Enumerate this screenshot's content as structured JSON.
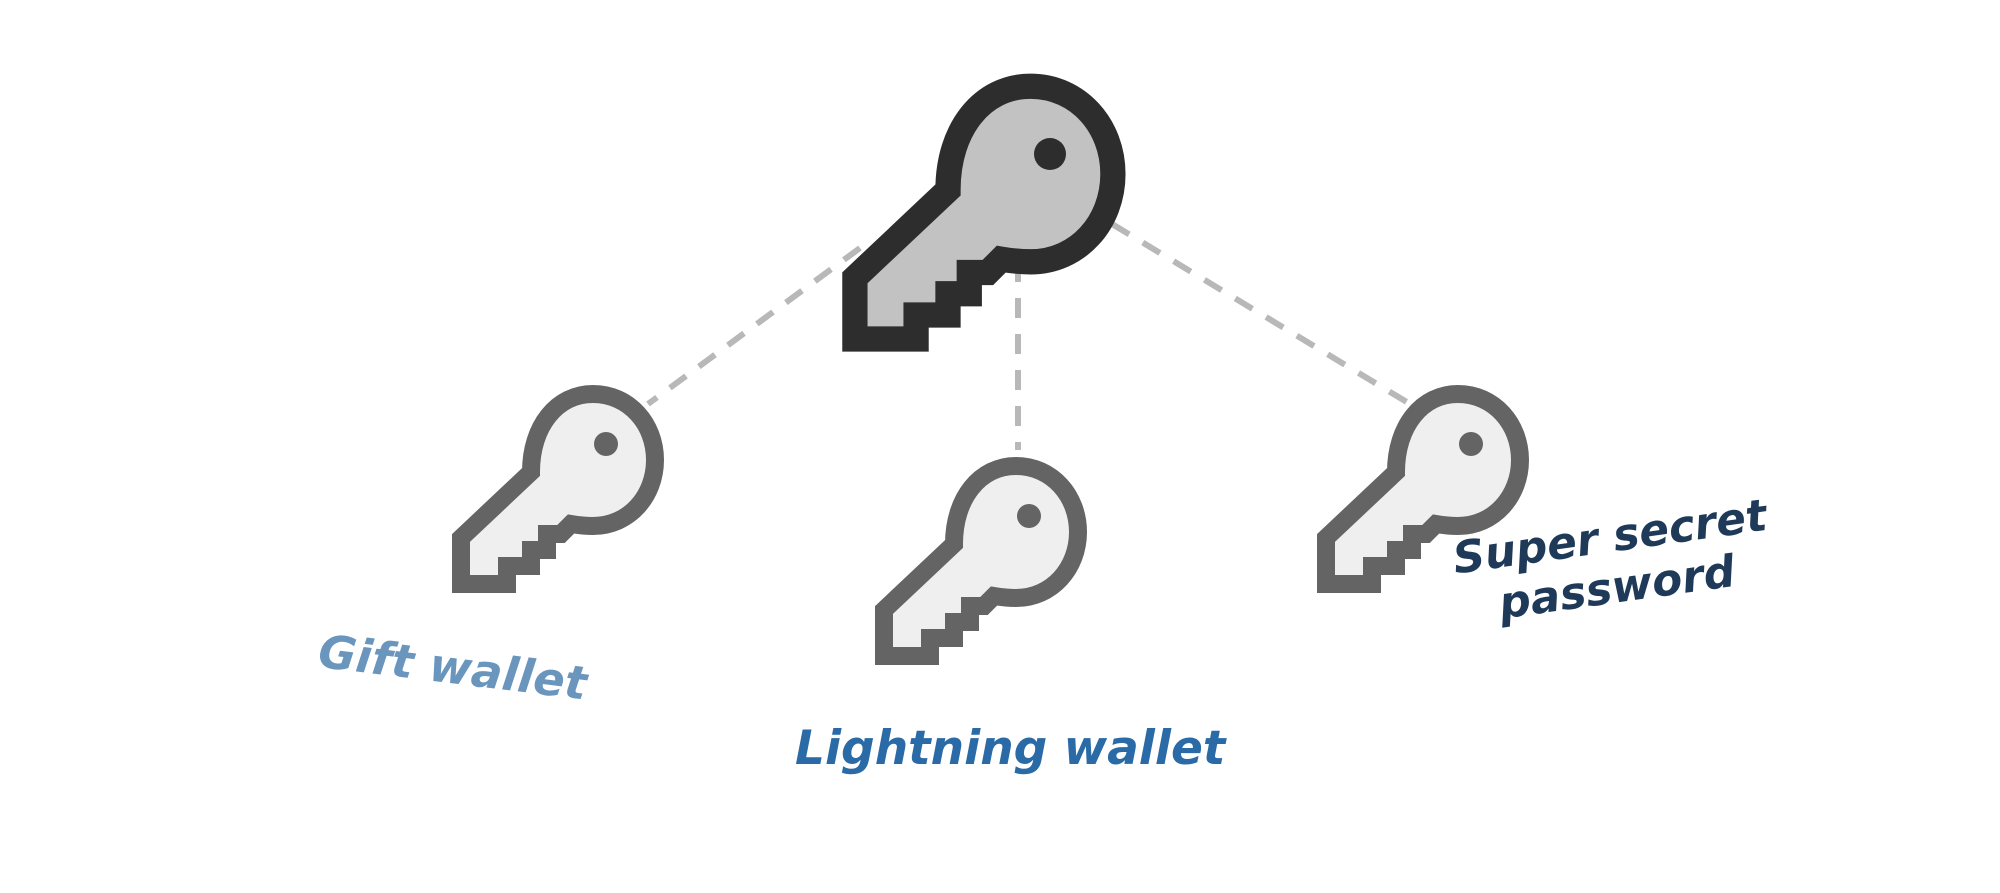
{
  "diagram": {
    "nodes": {
      "master": {
        "icon": "key-icon"
      },
      "gift": {
        "icon": "key-icon",
        "label": "Gift wallet"
      },
      "lightning": {
        "icon": "key-icon",
        "label": "Lightning wallet"
      },
      "super": {
        "icon": "key-icon",
        "label_line1": "Super secret",
        "label_line2": "password"
      }
    },
    "edges": [
      {
        "from": "master",
        "to": "gift",
        "style": "dashed"
      },
      {
        "from": "master",
        "to": "lightning",
        "style": "dashed"
      },
      {
        "from": "master",
        "to": "super",
        "style": "dashed"
      }
    ]
  },
  "colors": {
    "master_outline": "#2d2d2d",
    "master_fill": "#c2c2c2",
    "child_outline": "#646464",
    "child_fill": "#efefef",
    "connector": "#b8b8b8",
    "gift_label": "#6a96bd",
    "lightning_label": "#2a6aa6",
    "super_label": "#1e3a58"
  }
}
